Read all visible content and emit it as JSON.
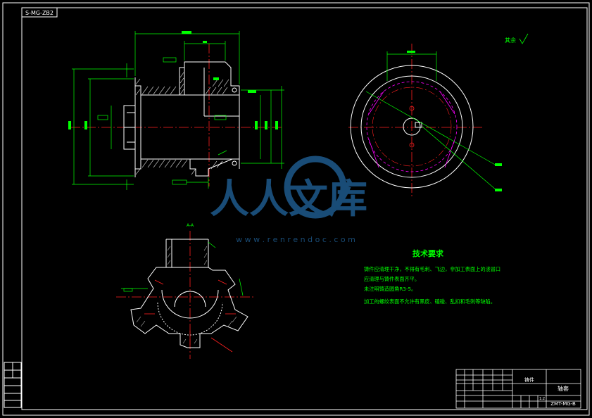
{
  "drawing_code_top": "S-MG-ZB2",
  "section_label": "A-A",
  "roughness_note": "其余",
  "tech_req": {
    "title": "技术要求",
    "lines": [
      "铸件应清理干净，不得有毛刺、飞边，非加工表面上的浇冒口",
      "应清理与铸件表面齐平。",
      "未注明铸造圆角R3-5。",
      "加工的螺纹表面不允许有黑皮、磕碰、乱扣和毛刺等缺陷。"
    ]
  },
  "title_block": {
    "part_name": "轴套",
    "material": "铸件",
    "drawing_no": "ZMT-MG-B",
    "scale": "1:2"
  },
  "watermark": {
    "text": "人人文库",
    "url": "w w w . r e n r e n d o c . c o m"
  },
  "colors": {
    "green": "#00ff00",
    "white": "#ffffff",
    "red": "#ff2020",
    "magenta": "#ff00ff",
    "watermark": "#1e5a8c"
  }
}
